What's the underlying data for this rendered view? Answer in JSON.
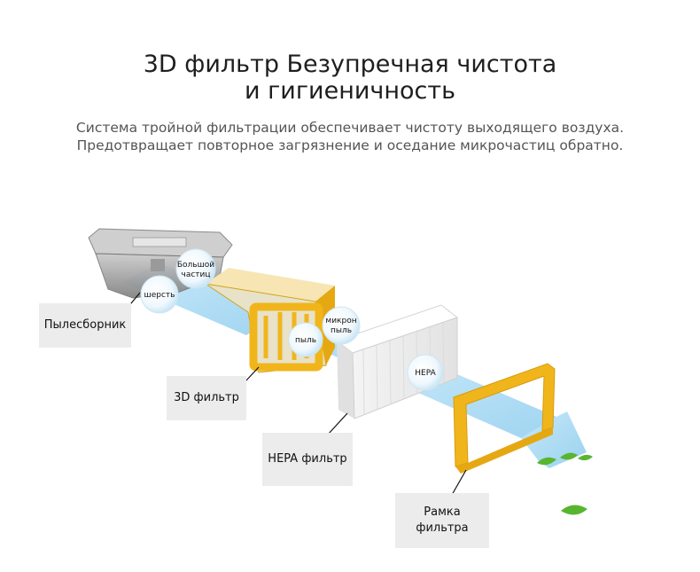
{
  "heading": {
    "line1": "3D фильтр  Безупречная чистота",
    "line2": "и гигиеничность"
  },
  "description": {
    "line1": "Система тройной фильтрации обеспечивает чистоту выходящего воздуха.",
    "line2": "Предотвращает повторное загрязнение и оседание микрочастиц обратно."
  },
  "components": {
    "dustbin": "Пылесборник",
    "filter_3d": "3D фильтр",
    "hepa_filter": "HEPA фильтр",
    "filter_frame_line1": "Рамка",
    "filter_frame_line2": "фильтра"
  },
  "particles": {
    "hair": "шерсть",
    "large_line1": "Большой",
    "large_line2": "частиц",
    "dust": "пыль",
    "micro_line1": "микрон",
    "micro_line2": "пыль",
    "hepa": "HEPA"
  },
  "colors": {
    "airflow": "#a9d9f3",
    "filter_yellow": "#f1b51c",
    "leaf_green": "#58b52f",
    "label_bg": "#ececec"
  },
  "icons": [
    "leaf-icon"
  ]
}
